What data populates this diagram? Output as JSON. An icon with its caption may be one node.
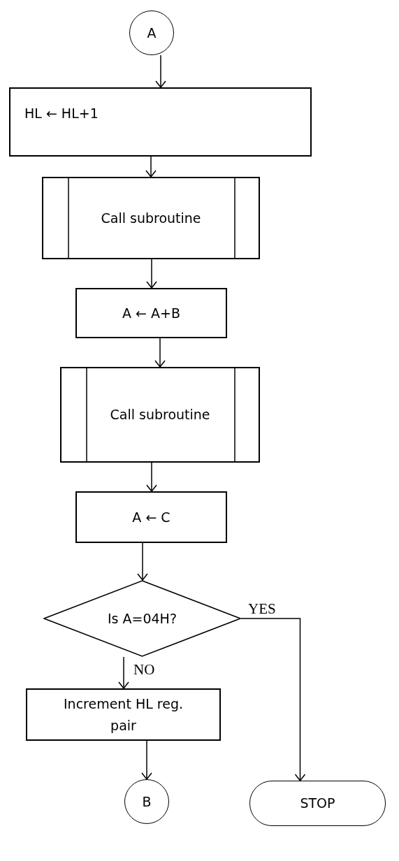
{
  "diagram": {
    "nodes": [
      {
        "text": [
          "A"
        ]
      },
      {
        "text": [
          "HL ← HL+1"
        ]
      },
      {
        "text": [
          "Call subroutine"
        ]
      },
      {
        "text": [
          "A ← A+B"
        ]
      },
      {
        "text": [
          "Call subroutine"
        ]
      },
      {
        "text": [
          "A ← C"
        ]
      },
      {
        "text": [
          "Is A=04H?"
        ]
      },
      {
        "text": [
          "Increment HL reg. pair"
        ]
      },
      {
        "text": [
          "B"
        ]
      },
      {
        "text": [
          "STOP"
        ]
      }
    ],
    "edges": [
      {
        "from": 0,
        "to": 1,
        "arrow": "to"
      },
      {
        "from": 1,
        "to": 2,
        "arrow": "to"
      },
      {
        "from": 2,
        "to": 3,
        "arrow": "to"
      },
      {
        "from": 3,
        "to": 4,
        "arrow": "to"
      },
      {
        "from": 4,
        "to": 5,
        "arrow": "to"
      },
      {
        "from": 5,
        "to": 6,
        "arrow": "to"
      },
      {
        "from": 6,
        "to": 9,
        "arrow": "to",
        "label": "YES"
      },
      {
        "from": 6,
        "to": 7,
        "arrow": "to",
        "label": "NO"
      },
      {
        "from": 7,
        "to": 8,
        "arrow": "to"
      }
    ]
  }
}
